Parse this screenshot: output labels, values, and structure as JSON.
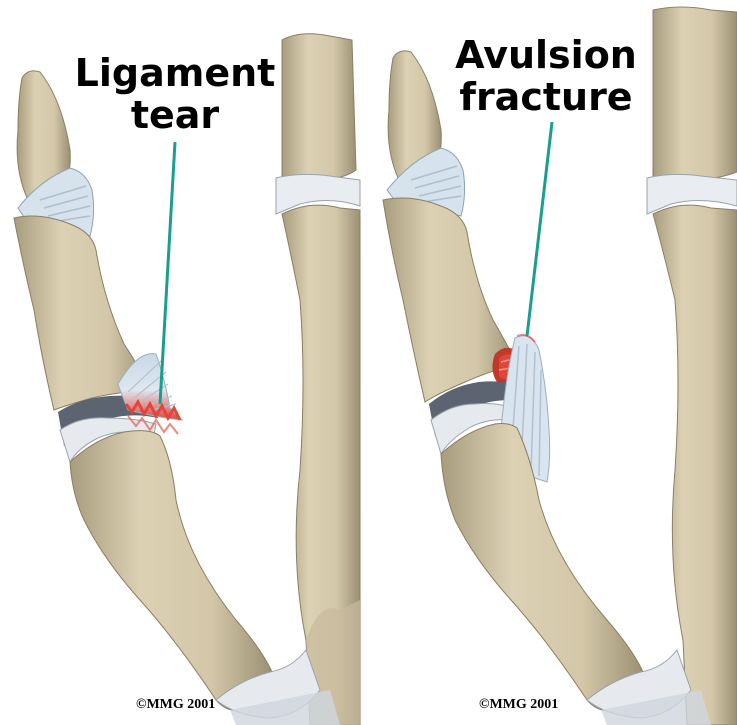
{
  "panels": [
    {
      "label": "Ligament\ntear",
      "copyright": "©MMG 2001"
    },
    {
      "label": "Avulsion\nfracture",
      "copyright": "©MMG 2001"
    }
  ],
  "colors": {
    "bone": "#d8ccae",
    "bone_shadow": "#9c9074",
    "cartilage": "#e4e8ee",
    "ligament": "#c9d8e6",
    "tear": "#e2453a",
    "leader_line": "#1a9e8e"
  }
}
